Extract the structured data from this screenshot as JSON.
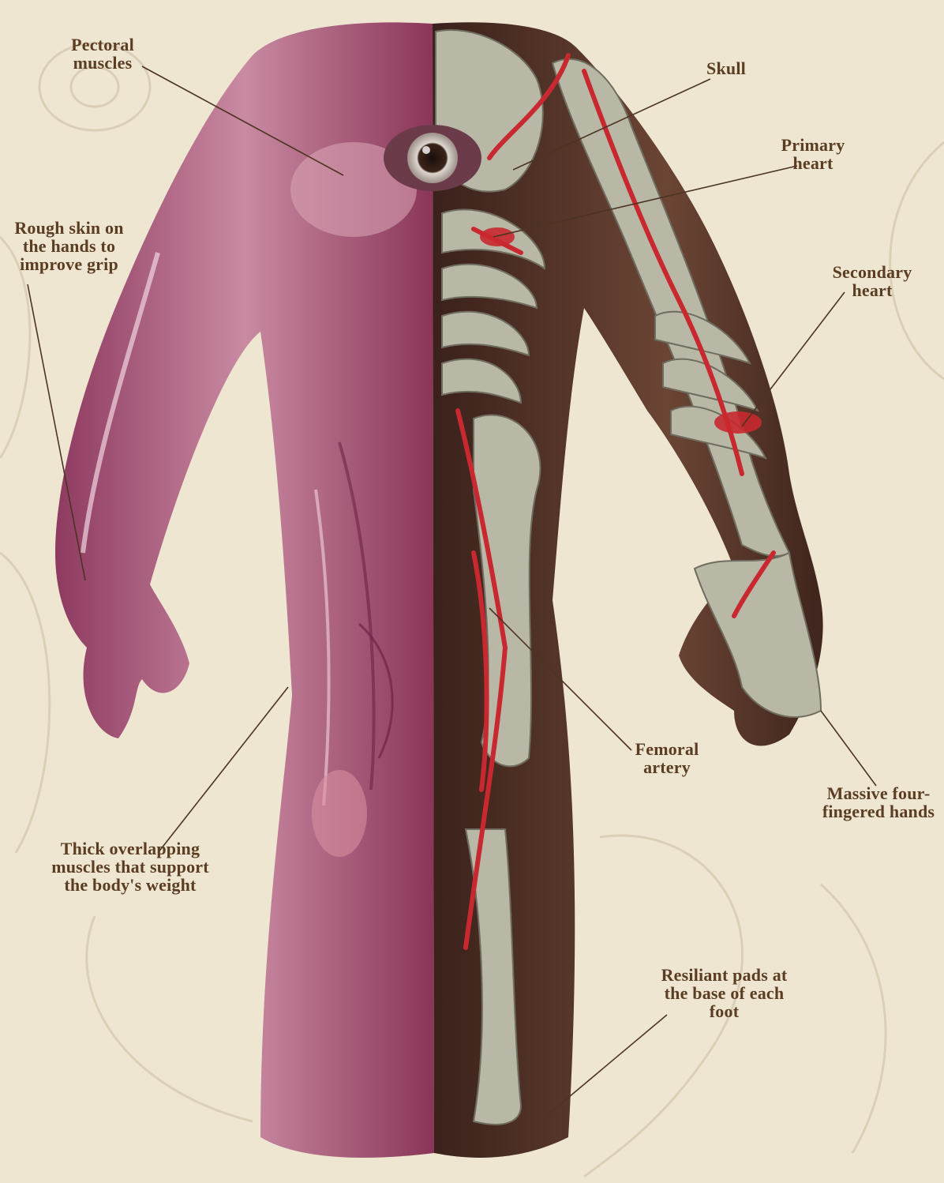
{
  "image_title": "",
  "labels": {
    "pectoral_muscles": "Pectoral\nmuscles",
    "skull": "Skull",
    "primary_heart": "Primary\nheart",
    "rough_skin": "Rough skin on\nthe hands to\nimprove grip",
    "secondary_heart": "Secondary\nheart",
    "femoral_artery": "Femoral\nartery",
    "massive_hands": "Massive four-\nfingered hands",
    "thick_muscles": "Thick overlapping\nmuscles that support\nthe body's weight",
    "resiliant_pads": "Resiliant pads at\nthe base of each\nfoot"
  },
  "colors": {
    "parchment": "#efe6d2",
    "muscle": "#b56a86",
    "muscle_dark": "#7e2f52",
    "skin_dark": "#4a2a22",
    "bone": "#b9b7a6",
    "artery": "#c8282f",
    "label_text": "#5a3d22"
  }
}
